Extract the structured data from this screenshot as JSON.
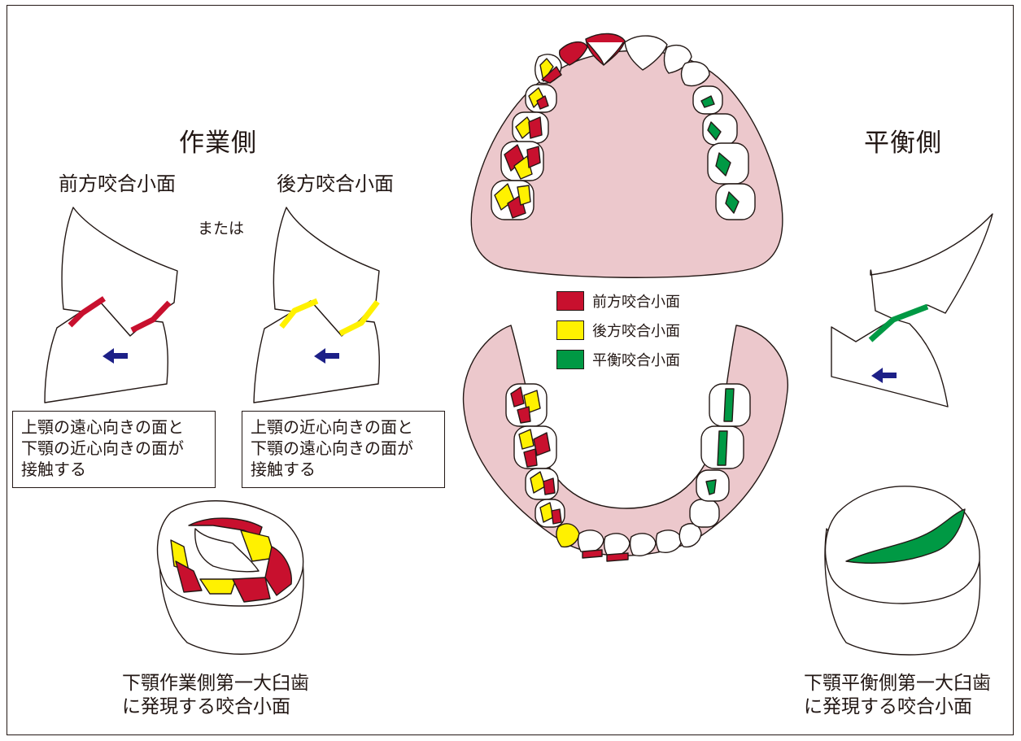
{
  "colors": {
    "anterior": "#c8102e",
    "posterior": "#fff100",
    "balancing": "#009944",
    "gum": "#ecc8cc",
    "arrow": "#1d2087",
    "line": "#231815"
  },
  "working_side": {
    "title": "作業側",
    "anterior_label": "前方咬合小面",
    "or_label": "または",
    "posterior_label": "後方咬合小面",
    "note_anterior": [
      "上顎の遠心向きの面と",
      "下顎の近心向きの面が",
      "接触する"
    ],
    "note_posterior": [
      "上顎の近心向きの面と",
      "下顎の遠心向きの面が",
      "接触する"
    ],
    "molar_caption": [
      "下顎作業側第一大臼歯",
      "に発現する咬合小面"
    ]
  },
  "balancing_side": {
    "title": "平衡側",
    "molar_caption": [
      "下顎平衡側第一大臼歯",
      "に発現する咬合小面"
    ]
  },
  "legend": [
    {
      "label": "前方咬合小面",
      "color": "#c8102e"
    },
    {
      "label": "後方咬合小面",
      "color": "#fff100"
    },
    {
      "label": "平衡咬合小面",
      "color": "#009944"
    }
  ]
}
